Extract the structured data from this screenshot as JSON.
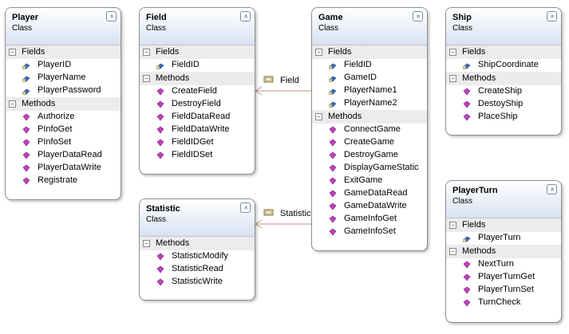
{
  "classes": {
    "player": {
      "name": "Player",
      "type": "Class",
      "fields_label": "Fields",
      "fields": [
        "PlayerID",
        "PlayerName",
        "PlayerPassword"
      ],
      "methods_label": "Methods",
      "methods": [
        "Authorize",
        "PInfoGet",
        "PInfoSet",
        "PlayerDataRead",
        "PlayerDataWrite",
        "Registrate"
      ]
    },
    "field": {
      "name": "Field",
      "type": "Class",
      "fields_label": "Fields",
      "fields": [
        "FieldID"
      ],
      "methods_label": "Methods",
      "methods": [
        "CreateField",
        "DestroyField",
        "FieldDataRead",
        "FieldDataWrite",
        "FieldIDGet",
        "FieldIDSet"
      ]
    },
    "game": {
      "name": "Game",
      "type": "Class",
      "fields_label": "Fields",
      "fields": [
        "FieldID",
        "GameID",
        "PlayerName1",
        "PlayerName2"
      ],
      "methods_label": "Methods",
      "methods": [
        "ConnectGame",
        "CreateGame",
        "DestroyGame",
        "DisplayGameStatic",
        "ExitGame",
        "GameDataRead",
        "GameDataWrite",
        "GameInfoGet",
        "GameInfoSet"
      ]
    },
    "ship": {
      "name": "Ship",
      "type": "Class",
      "fields_label": "Fields",
      "fields": [
        "ShipCoordinate"
      ],
      "methods_label": "Methods",
      "methods": [
        "CreateShip",
        "DestoyShip",
        "PlaceShip"
      ]
    },
    "statistic": {
      "name": "Statistic",
      "type": "Class",
      "methods_label": "Methods",
      "methods": [
        "StatisticModify",
        "StatisticRead",
        "StatisticWrite"
      ]
    },
    "playerturn": {
      "name": "PlayerTurn",
      "type": "Class",
      "fields_label": "Fields",
      "fields": [
        "PlayerTurn"
      ],
      "methods_label": "Methods",
      "methods": [
        "NextTurn",
        "PlayerTurnGet",
        "PlayerTurnSet",
        "TurnCheck"
      ]
    }
  },
  "associations": {
    "field": "Field",
    "statistic": "Statistic"
  },
  "colors": {
    "header_top": "#ffffff",
    "header_bottom": "#d9e2f2",
    "connector": "#c09080",
    "method_icon": "#c040c0",
    "field_icon": "#3a6fc0"
  }
}
